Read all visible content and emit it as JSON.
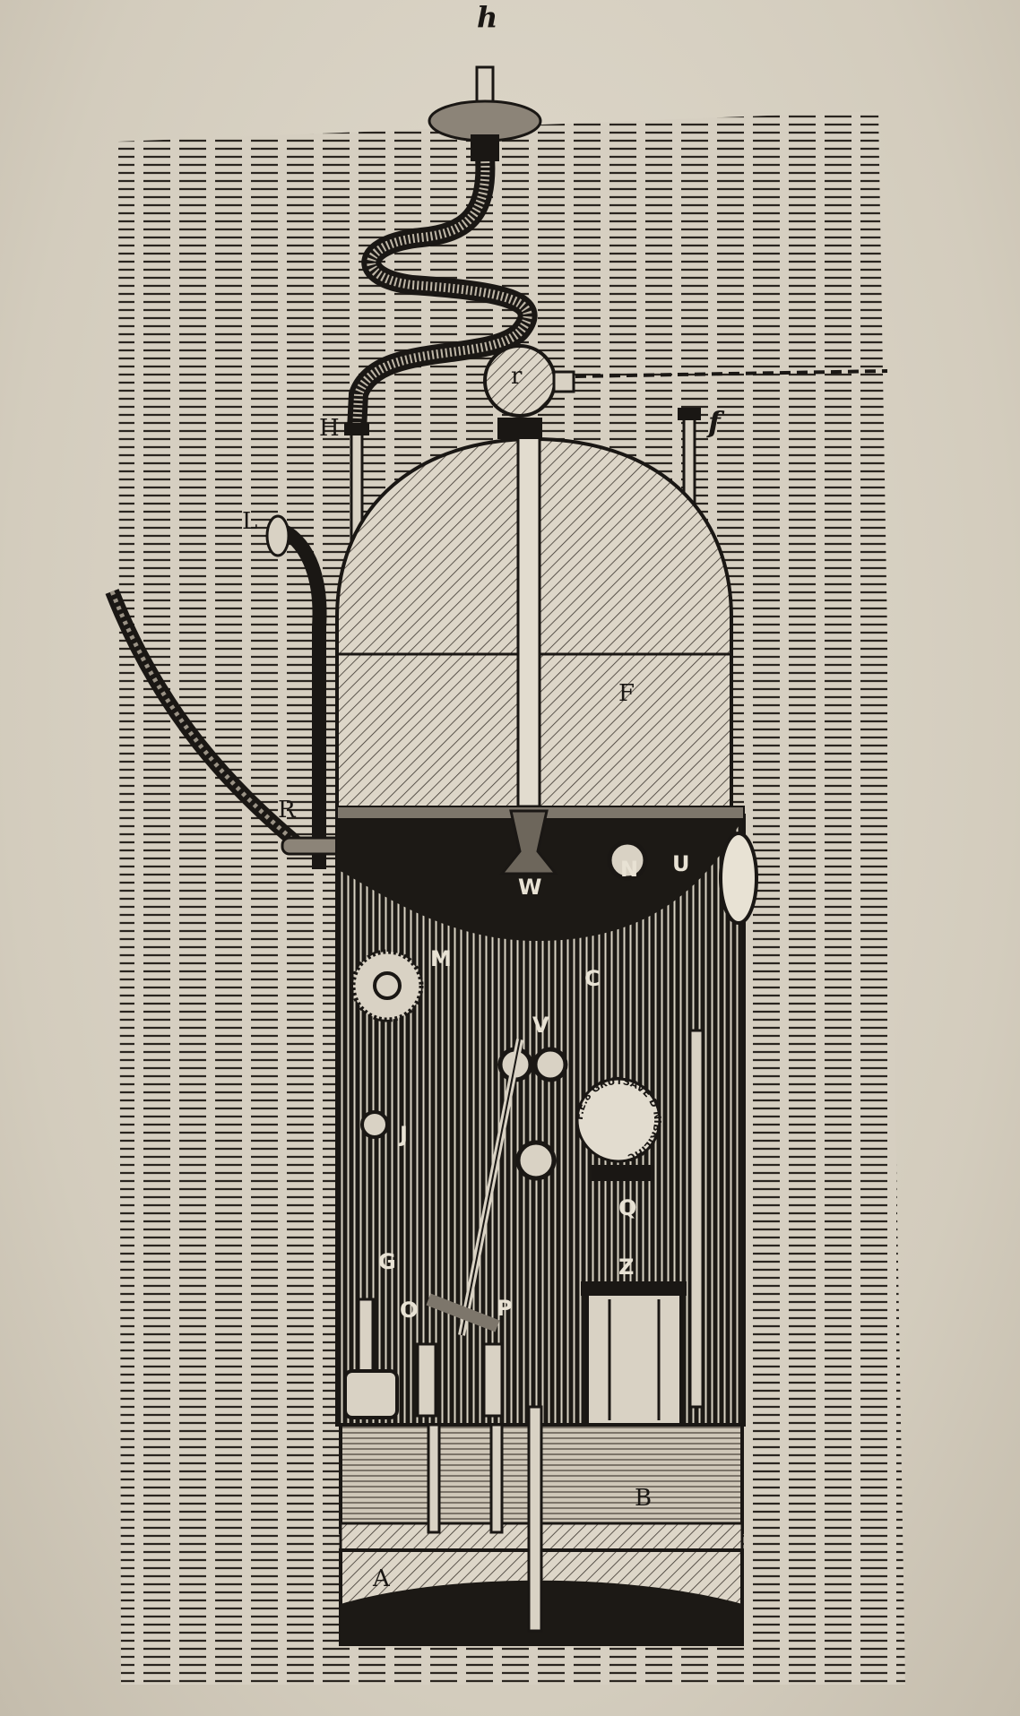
{
  "figure": {
    "labels": {
      "h": "h",
      "H": "H",
      "f": "f",
      "L": "L",
      "R": "R",
      "F": "F",
      "W": "W",
      "N": "N",
      "U": "U",
      "M": "M",
      "C": "C",
      "V": "V",
      "J": "J",
      "G": "G",
      "O": "O",
      "P": "P",
      "Q": "Q",
      "Z": "Z",
      "B": "B",
      "A": "A",
      "r": "r"
    },
    "plate_text": "F.E.8 GRUTSAVE D NIBRILIHC"
  },
  "colors": {
    "paper": "#d8d1c3",
    "ink": "#1a1714"
  }
}
